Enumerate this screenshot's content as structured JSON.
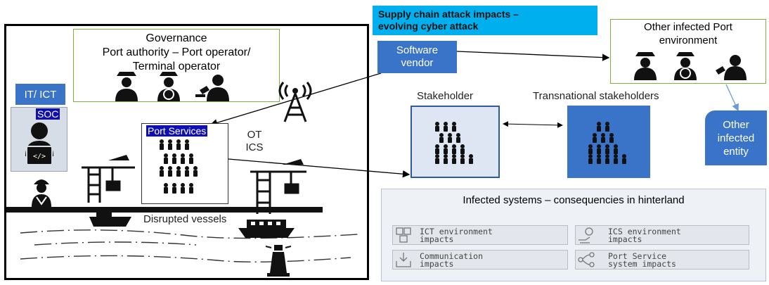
{
  "governance": {
    "title": "Governance",
    "line2": "Port authority – Port operator/",
    "line3": "Terminal operator"
  },
  "it_ict": "IT/ ICT",
  "soc": "SOC",
  "port_services": "Port Services",
  "ot": "OT",
  "ics": "ICS",
  "disrupted_vessels": "Disrupted vessels",
  "attack_banner": {
    "line1": "Supply chain attack impacts –",
    "line2": "evolving cyber attack"
  },
  "software_vendor": {
    "line1": "Software",
    "line2": "vendor"
  },
  "other_port": {
    "line1": "Other infected Port",
    "line2": "environment"
  },
  "stakeholder": "Stakeholder",
  "transnational": "Transnational stakeholders",
  "other_entity": {
    "line1": "Other",
    "line2": "infected",
    "line3": "entity"
  },
  "infected_systems": {
    "title": "Infected systems – consequencies in hinterland",
    "impacts": [
      {
        "line1": "ICT environment",
        "line2": "impacts",
        "icon": "cubes-icon"
      },
      {
        "line1": "ICS environment",
        "line2": "impacts",
        "icon": "hand-gear-icon"
      },
      {
        "line1": "Communication",
        "line2": "impacts",
        "icon": "download-tray-icon"
      },
      {
        "line1": "Port Service",
        "line2": "system impacts",
        "icon": "cycle-icon"
      }
    ]
  },
  "colors": {
    "accent_blue": "#3a74c8",
    "banner_cyan": "#00b0ee",
    "highlight_navy": "#1010b0",
    "governance_border": "#7fb040"
  }
}
